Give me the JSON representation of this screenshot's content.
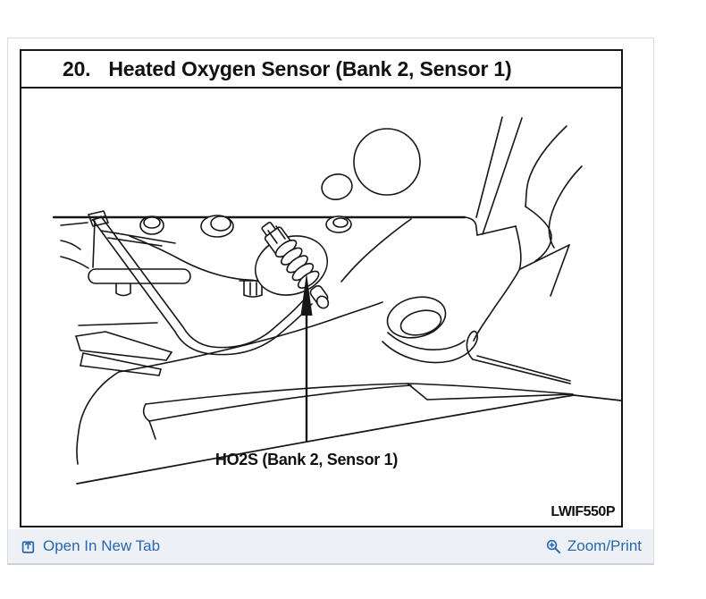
{
  "diagram": {
    "figure_number": "20.",
    "title": "Heated Oxygen Sensor (Bank 2, Sensor 1)",
    "callout_label": "HO2S (Bank 2, Sensor 1)",
    "figure_code": "LWIF550P"
  },
  "footer": {
    "open_link": "Open In New Tab",
    "zoom_link": "Zoom/Print",
    "open_icon": "open-in-new-tab-icon",
    "zoom_icon": "magnifier-plus-icon"
  },
  "colors": {
    "link_blue": "#2667ae",
    "footer_bg": "#edf1f6",
    "line_black": "#161616",
    "panel_border": "#d9dde1"
  }
}
